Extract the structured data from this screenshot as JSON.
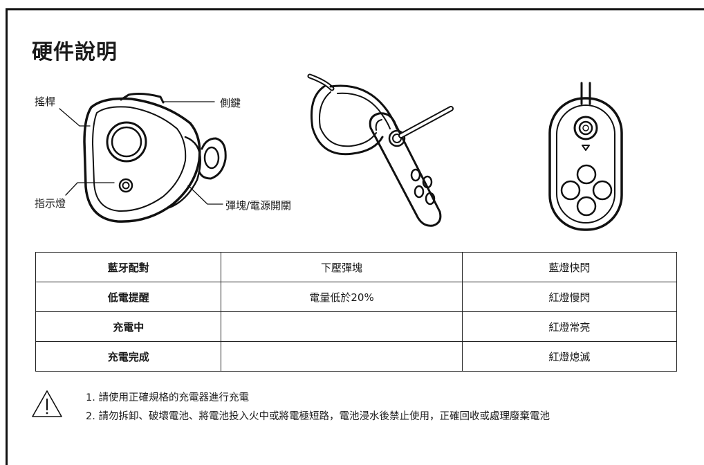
{
  "title": "硬件說明",
  "labels": {
    "joystick": "搖桿",
    "side_key": "側鍵",
    "indicator": "指示燈",
    "eject_power": "彈塊/電源開關"
  },
  "table": {
    "rows": [
      {
        "item": "藍牙配對",
        "action": "下壓彈塊",
        "status": "藍燈快閃"
      },
      {
        "item": "低電提醒",
        "action": "電量低於20%",
        "status": "紅燈慢閃"
      },
      {
        "item": "充電中",
        "action": "",
        "status": "紅燈常亮"
      },
      {
        "item": "充電完成",
        "action": "",
        "status": "紅燈熄滅"
      }
    ]
  },
  "warnings": [
    "1. 請使用正確規格的充電器進行充電",
    "2. 請勿拆卸、破壞電池、將電池投入火中或將電極短路，電池浸水後禁止使用，正確回收或處理廢棄電池"
  ],
  "icons": {
    "warning": "warning-triangle-icon"
  }
}
